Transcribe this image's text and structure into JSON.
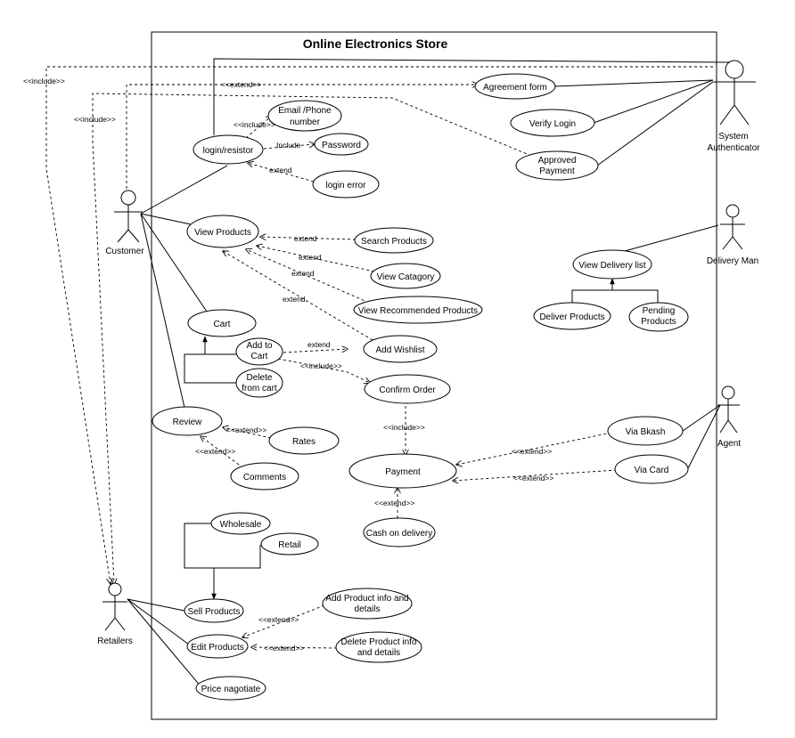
{
  "system": {
    "title": "Online Electronics Store"
  },
  "actors": {
    "customer": "Customer",
    "system_authenticator": [
      "System",
      "Authenticator"
    ],
    "delivery_man": "Delivery Man",
    "agent": "Agent",
    "retailers": "Retailers"
  },
  "use_cases": {
    "agreement_form": "Agreement form",
    "verify_login": "Verify Login",
    "approved_payment": [
      "Approved",
      "Payment"
    ],
    "email_phone": [
      "Email /Phone",
      "number"
    ],
    "login": "login/resistor",
    "password": "Password",
    "login_error": "login error",
    "view_products": "View Products",
    "search_products": "Search Products",
    "view_category": "View Catagory",
    "view_recommended": "View Recommended Products",
    "cart": "Cart",
    "add_to_cart": [
      "Add to",
      "Cart"
    ],
    "delete_from_cart": [
      "Delete",
      "from cart"
    ],
    "add_wishlist": "Add Wishlist",
    "confirm_order": "Confirm Order",
    "review": "Review",
    "rates": "Rates",
    "comments": "Comments",
    "payment": "Payment",
    "via_bkash": "Via Bkash",
    "via_card": "Via  Card",
    "cash_on_delivery": "Cash on delivery",
    "view_delivery_list": "View Delivery list",
    "deliver_products": "Deliver Products",
    "pending_products": [
      "Pending",
      "Products"
    ],
    "wholesale": "Wholesale",
    "retail": "Retail",
    "sell_products": "Sell Products",
    "add_product_info": [
      "Add Product info and",
      "details"
    ],
    "edit_products": "Edit Products",
    "delete_product_info": [
      "Delete Product info",
      "and details"
    ],
    "price_negotiate": "Price nagotiate"
  },
  "relation_labels": {
    "include_cust": "<<include>>",
    "include_outer": "<<include>>",
    "extend_agreement": "<<extend>>",
    "include_email": "<<include>>",
    "include_password": "Include",
    "extend_login_error": "extend",
    "extend_search": "extend",
    "extend_category": "extend",
    "extend_recommended": "extend",
    "extend_wishlist_view": "extend",
    "extend_wishlist_cart": "extend",
    "include_confirm": "<<include>>",
    "include_payment": "<<include>>",
    "extend_rates": "<<extend>>",
    "extend_comments": "<<extend>>",
    "extend_bkash": "<<extend>>",
    "extend_card": "<<extend>>",
    "extend_cod": "<<extend>>",
    "extend_add_info": "<<extend>>",
    "extend_delete_info": "<<extend>>"
  }
}
